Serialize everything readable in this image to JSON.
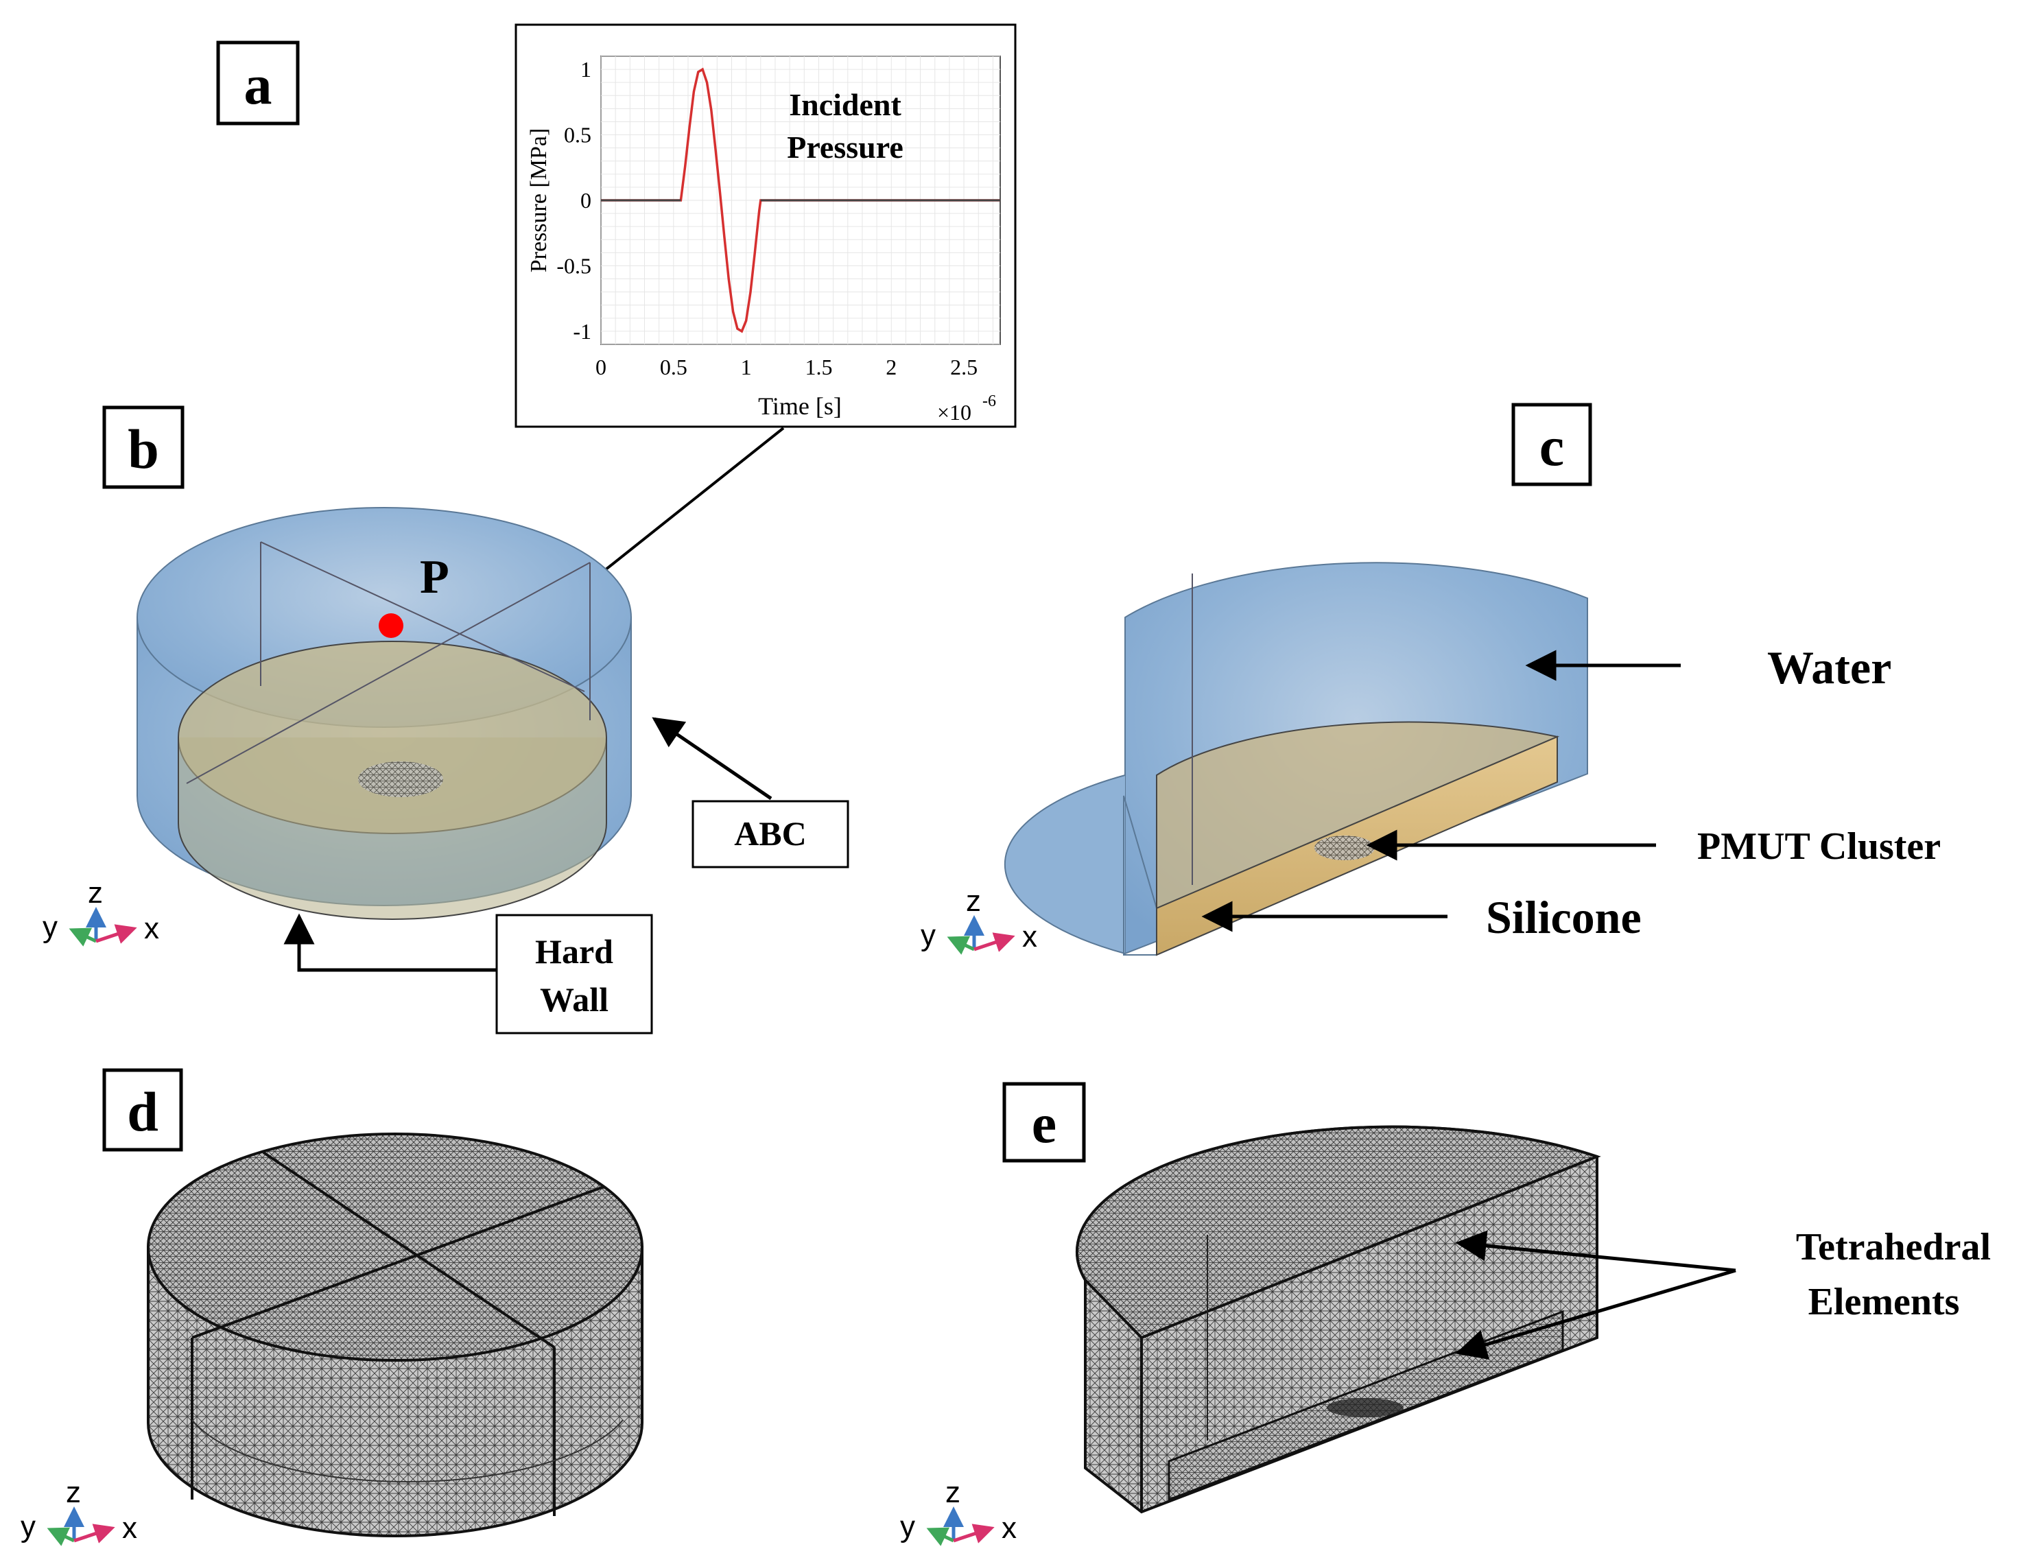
{
  "panels": {
    "a": {
      "label": "a"
    },
    "b": {
      "label": "b",
      "point_label": "P",
      "abc_label": "ABC",
      "hardwall_line1": "Hard",
      "hardwall_line2": "Wall"
    },
    "c": {
      "label": "c",
      "water_label": "Water",
      "pmut_label": "PMUT Cluster",
      "silicone_label": "Silicone"
    },
    "d": {
      "label": "d"
    },
    "e": {
      "label": "e",
      "tetra_line1": "Tetrahedral",
      "tetra_line2": "Elements"
    }
  },
  "triad": {
    "y": "y",
    "z": "z",
    "x": "x"
  },
  "colors": {
    "water": "#7fa8cf",
    "silicone": "#d6b77a",
    "pulse": "#d63030",
    "point": "#ff0000",
    "mesh": "#2a2a2a",
    "triad_x": "#d8326c",
    "triad_y": "#3fa85a",
    "triad_z": "#3b78c4"
  },
  "chart_data": {
    "type": "line",
    "title": "Incident Pressure",
    "xlabel": "Time [s]",
    "ylabel": "Pressure [MPa]",
    "x_multiplier": "×10",
    "x_multiplier_exp": "-6",
    "xlim": [
      0,
      2.75
    ],
    "ylim": [
      -1.1,
      1.1
    ],
    "xticks": [
      "0",
      "0.5",
      "1",
      "1.5",
      "2",
      "2.5"
    ],
    "xtick_values": [
      0,
      0.5,
      1,
      1.5,
      2,
      2.5
    ],
    "yticks": [
      "1",
      "0.5",
      "0",
      "-0.5",
      "-1"
    ],
    "ytick_values": [
      1,
      0.5,
      0,
      -0.5,
      -1
    ],
    "grid": true,
    "series": [
      {
        "x": [
          0,
          0.55,
          0.58,
          0.61,
          0.64,
          0.67,
          0.7,
          0.73,
          0.76,
          0.79,
          0.82,
          0.85,
          0.88,
          0.91,
          0.94,
          0.97,
          1.0,
          1.03,
          1.06,
          1.09,
          1.1,
          2.75
        ],
        "y": [
          0,
          0,
          0.26,
          0.56,
          0.83,
          0.98,
          1.0,
          0.9,
          0.69,
          0.38,
          0.06,
          -0.28,
          -0.6,
          -0.85,
          -0.98,
          -1.0,
          -0.92,
          -0.7,
          -0.4,
          -0.08,
          0,
          0
        ]
      }
    ]
  }
}
